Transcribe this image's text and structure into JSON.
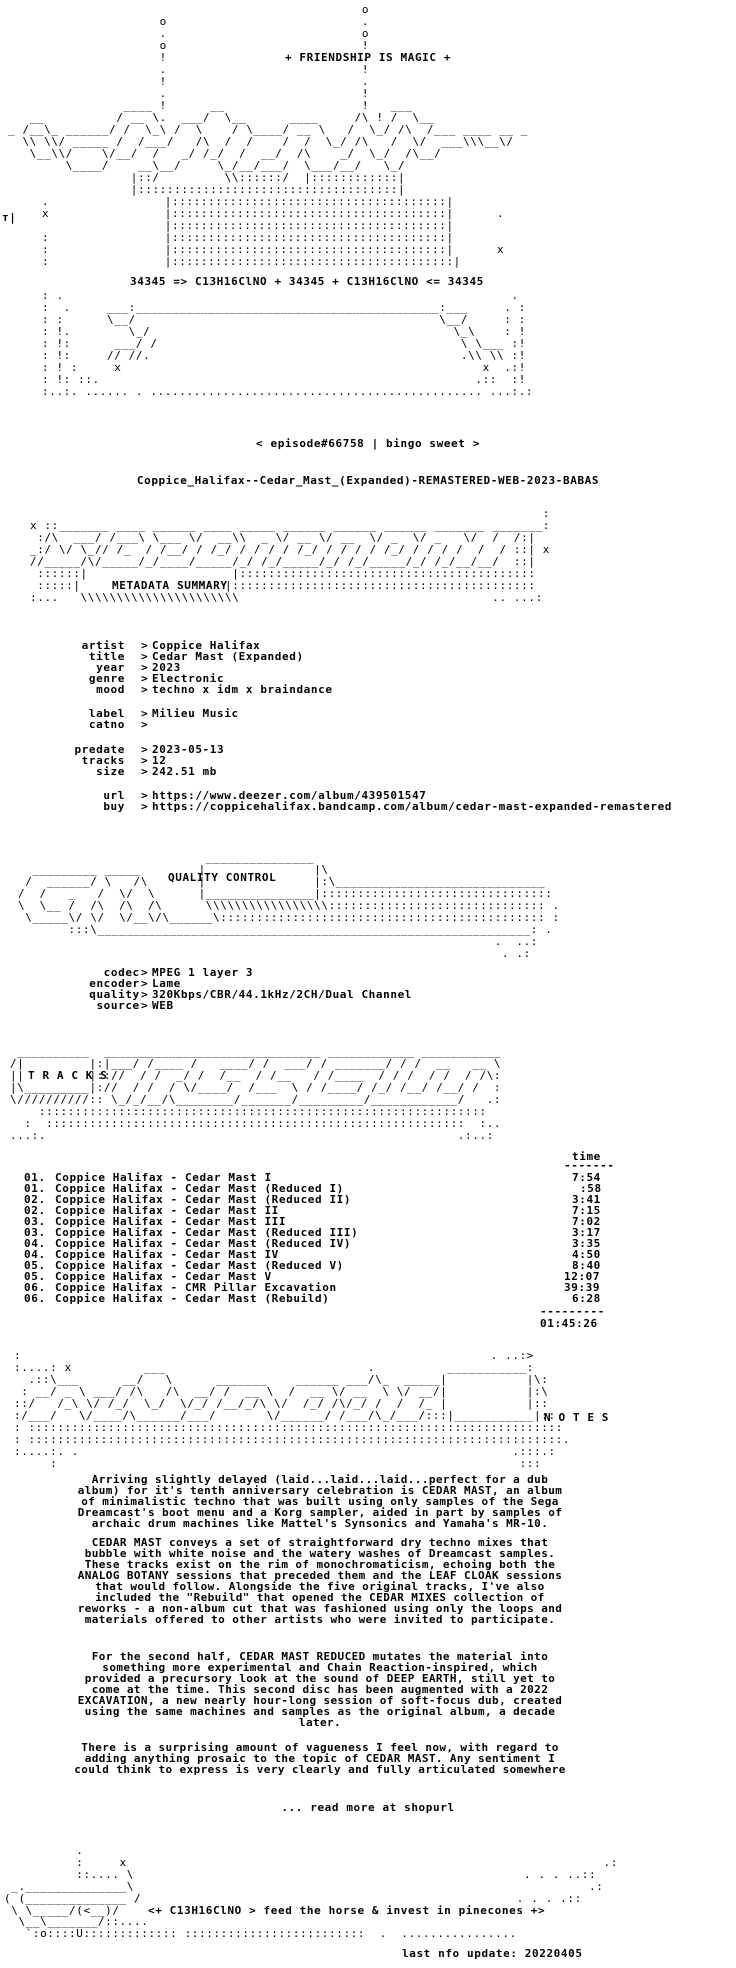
{
  "header": {
    "banner_text": "+ FRIENDSHIP IS MAGIC +",
    "formula": "34345 => C13H16ClNO + 34345 + C13H16ClNO <= 34345",
    "episode": "< episode#66758 | bingo sweet >",
    "release_name": "Coppice_Halifax--Cedar_Mast_(Expanded)-REMASTERED-WEB-2023-BABAS",
    "side_glyph": "т|"
  },
  "metadata": {
    "section_title": "METADATA SUMMARY",
    "fields": [
      {
        "key": "   artist",
        "value": "Coppice Halifax"
      },
      {
        "key": "    title",
        "value": "Cedar Mast (Expanded)"
      },
      {
        "key": "     year",
        "value": "2023"
      },
      {
        "key": "    genre",
        "value": "Electronic"
      },
      {
        "key": "     mood",
        "value": "techno x idm x braindance"
      },
      {
        "key": "    label",
        "value": "Milieu Music"
      },
      {
        "key": "    catno",
        "value": ""
      },
      {
        "key": "  predate",
        "value": "2023-05-13"
      },
      {
        "key": "   tracks",
        "value": "12"
      },
      {
        "key": "     size",
        "value": "242.51 mb"
      },
      {
        "key": "      url",
        "value": "https://www.deezer.com/album/439501547"
      },
      {
        "key": "      buy",
        "value": "https://coppicehalifax.bandcamp.com/album/cedar-mast-expanded-remastered"
      }
    ]
  },
  "quality": {
    "section_title": "QUALITY CONTROL",
    "fields": [
      {
        "key": "   codec",
        "value": "MPEG 1 layer 3"
      },
      {
        "key": " encoder",
        "value": "Lame"
      },
      {
        "key": " quality",
        "value": "320Kbps/CBR/44.1kHz/2CH/Dual Channel"
      },
      {
        "key": "  source",
        "value": "WEB"
      }
    ]
  },
  "tracks": {
    "section_title": "T R A C K S",
    "time_header": "time",
    "items": [
      {
        "no": "01.",
        "title": "Coppice Halifax - Cedar Mast I",
        "time": "7:54"
      },
      {
        "no": "01.",
        "title": "Coppice Halifax - Cedar Mast (Reduced I)",
        "time": ":58"
      },
      {
        "no": "02.",
        "title": "Coppice Halifax - Cedar Mast (Reduced II)",
        "time": "3:41"
      },
      {
        "no": "02.",
        "title": "Coppice Halifax - Cedar Mast II",
        "time": "7:15"
      },
      {
        "no": "03.",
        "title": "Coppice Halifax - Cedar Mast III",
        "time": "7:02"
      },
      {
        "no": "03.",
        "title": "Coppice Halifax - Cedar Mast (Reduced III)",
        "time": "3:17"
      },
      {
        "no": "04.",
        "title": "Coppice Halifax - Cedar Mast (Reduced IV)",
        "time": "3:35"
      },
      {
        "no": "04.",
        "title": "Coppice Halifax - Cedar Mast IV",
        "time": "4:50"
      },
      {
        "no": "05.",
        "title": "Coppice Halifax - Cedar Mast (Reduced V)",
        "time": "8:40"
      },
      {
        "no": "05.",
        "title": "Coppice Halifax - Cedar Mast V",
        "time": "12:07"
      },
      {
        "no": "06.",
        "title": "Coppice Halifax - CMR Pillar Excavation",
        "time": "39:39"
      },
      {
        "no": "06.",
        "title": "Coppice Halifax - Cedar Mast (Rebuild)",
        "time": "6:28"
      }
    ],
    "total": "01:45:26"
  },
  "notes": {
    "section_title": "N O T E S",
    "paragraphs": [
      "Arriving slightly delayed (laid...laid...laid...perfect for a dub\nalbum) for it's tenth anniversary celebration is CEDAR MAST, an album\nof minimalistic techno that was built using only samples of the Sega\nDreamcast's boot menu and a Korg sampler, aided in part by samples of\narchaic drum machines like Mattel's Synsonics and Yamaha's MR-10.",
      "CEDAR MAST conveys a set of straightforward dry techno mixes that\nbubble with white noise and the watery washes of Dreamcast samples.\nThese tracks exist on the rim of monochromaticism, echoing both the\nANALOG BOTANY sessions that preceded them and the LEAF CLOAK sessions\nthat would follow. Alongside the five original tracks, I've also\nincluded the \"Rebuild\" that opened the CEDAR MIXES collection of\nreworks - a non-album cut that was fashioned using only the loops and\nmaterials offered to other artists who were invited to participate.",
      "For the second half, CEDAR MAST REDUCED mutates the material into\nsomething more experimental and Chain Reaction-inspired, which\nprovided a precursory look at the sound of DEEP EARTH, still yet to\ncome at the time. This second disc has been augmented with a 2022\nEXCAVATION, a new nearly hour-long session of soft-focus dub, created\nusing the same machines and samples as the original album, a decade\nlater.",
      "There is a surprising amount of vagueness I feel now, with regard to\nadding anything prosaic to the topic of CEDAR MAST. Any sentiment I\ncould think to express is very clearly and fully articulated somewhere"
    ],
    "read_more": "... read more at shopurl"
  },
  "footer": {
    "slogan": "<+ C13H16ClNO > feed the horse & invest in pinecones +>",
    "last_update": "last nfo update: 20220405"
  },
  "colors": {
    "background": "#ffffff",
    "text": "#000000"
  }
}
